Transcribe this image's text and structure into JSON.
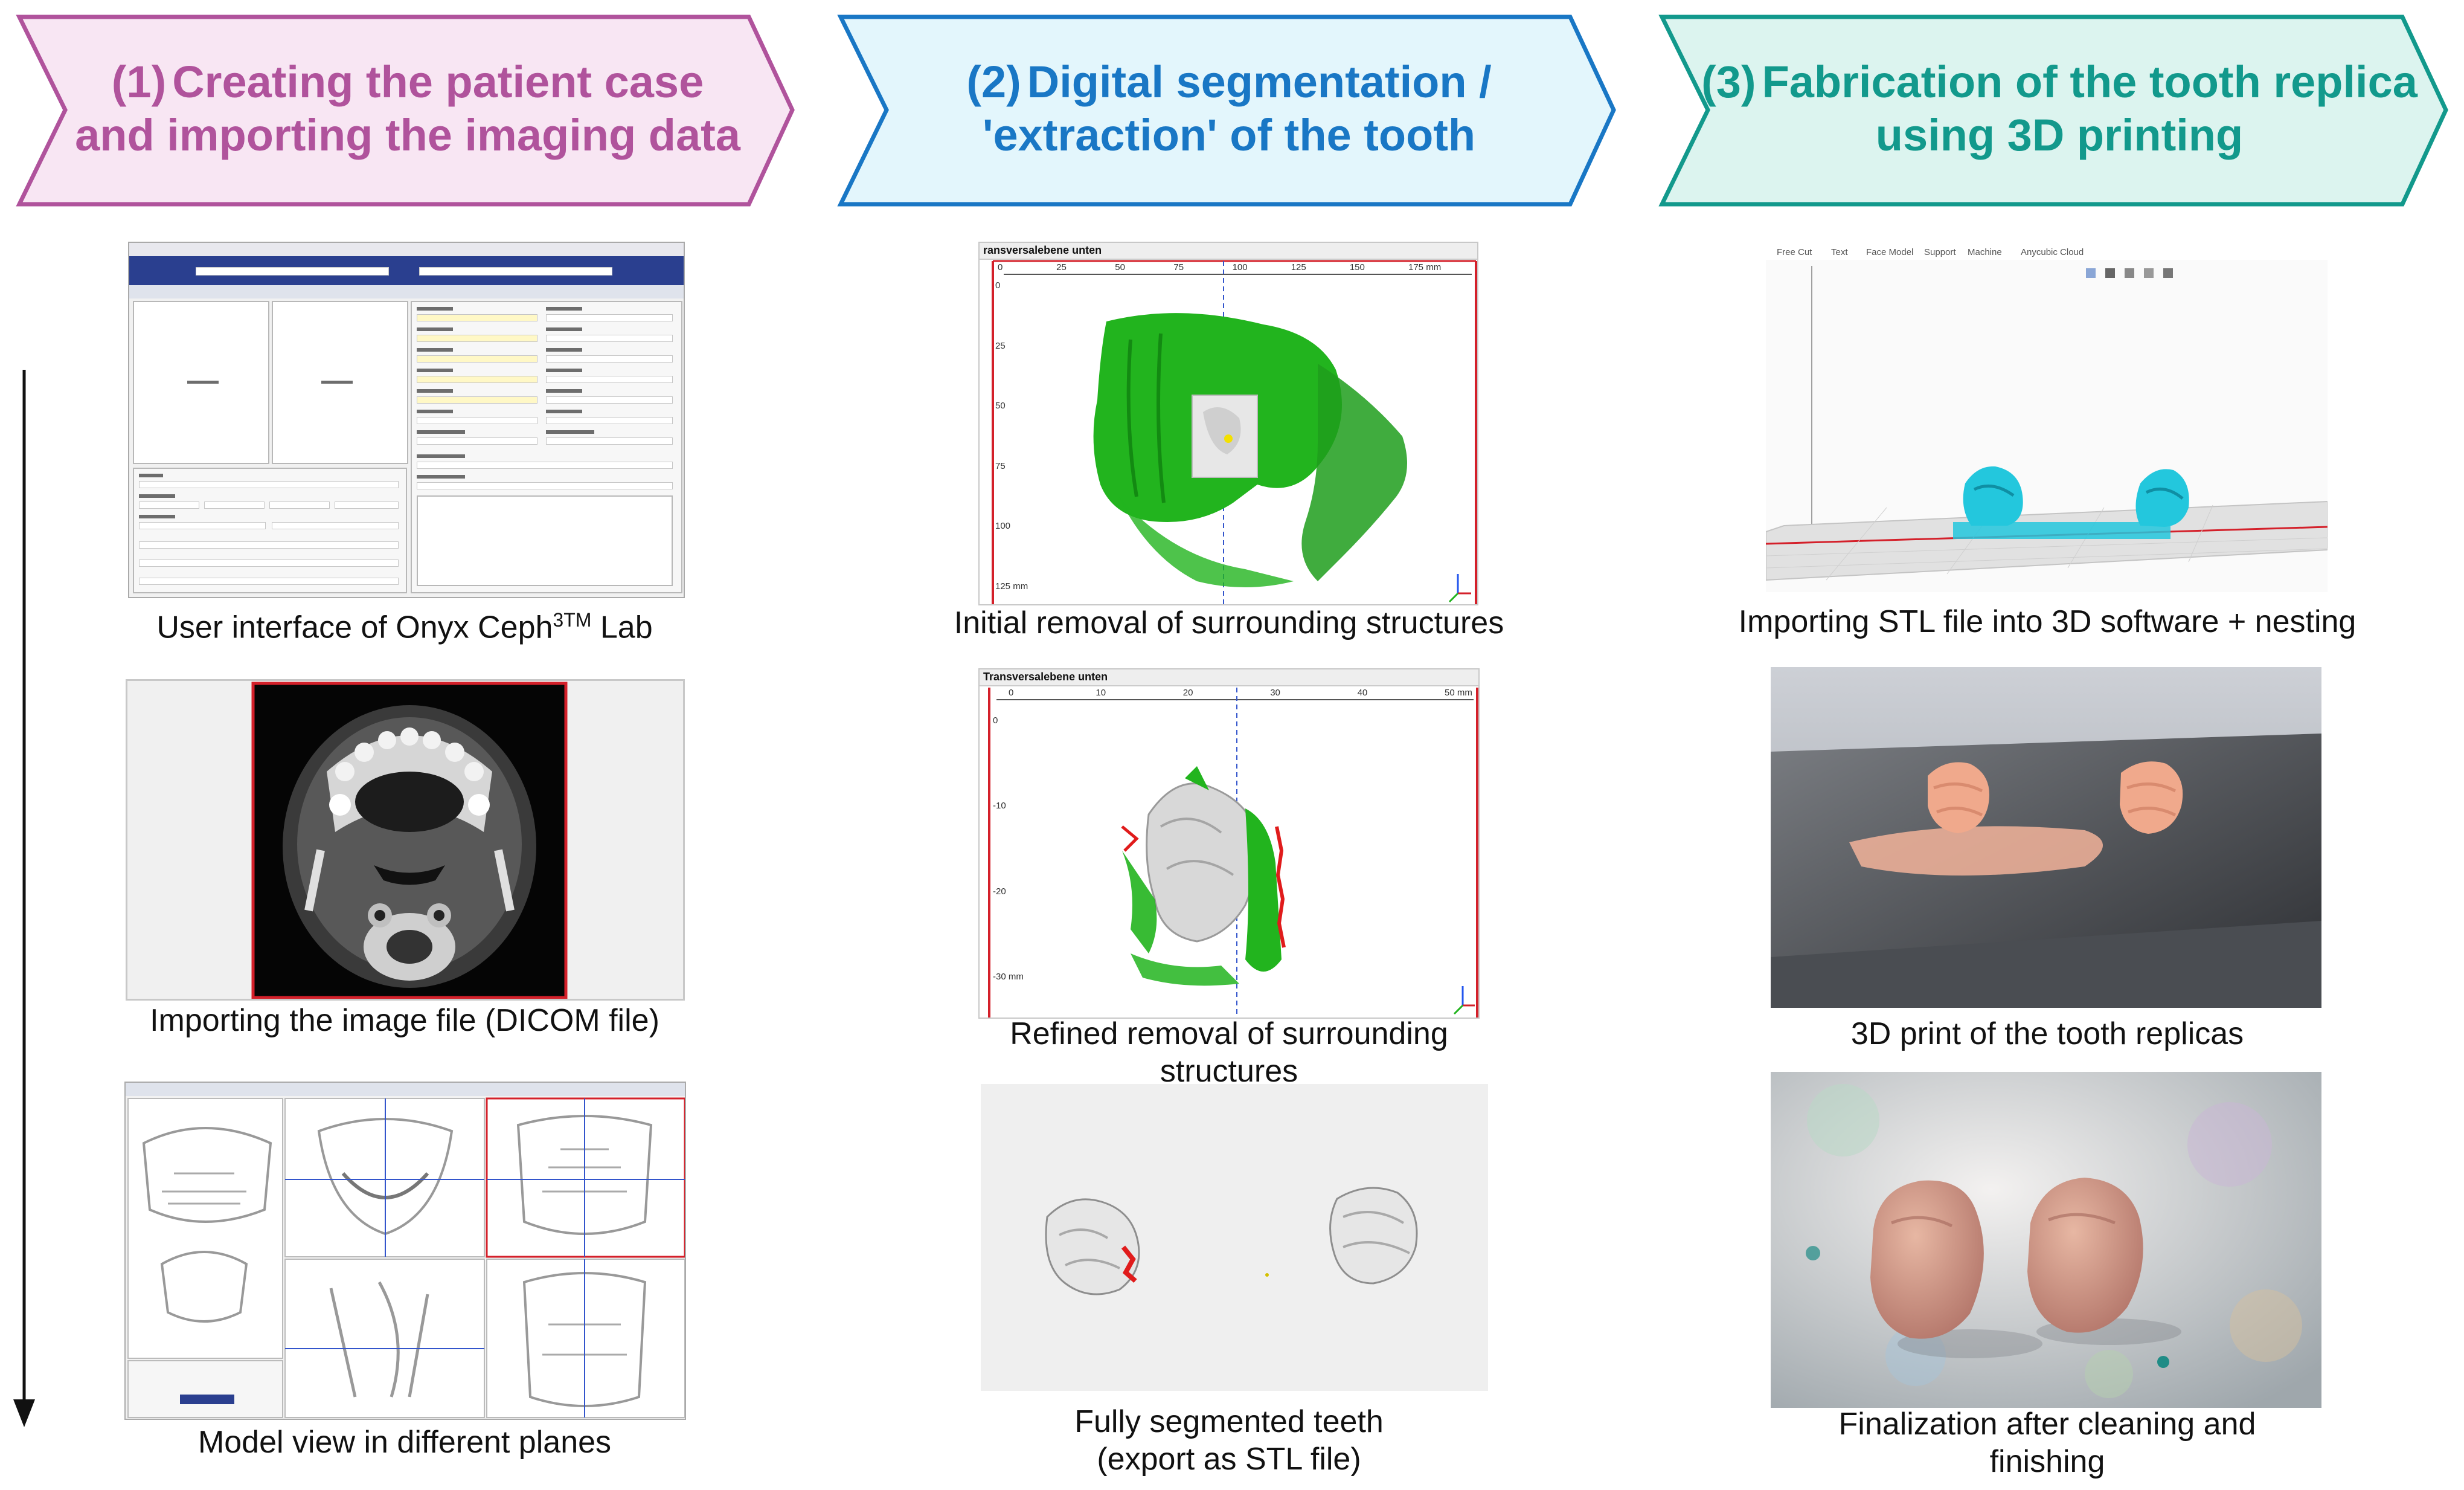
{
  "steps": [
    {
      "number": "(1)",
      "title_line1": "Creating the patient case",
      "title_line2": "and importing the imaging data",
      "color": "#b0539c",
      "fill": "#f8e6f3",
      "stroke": "#b0539c",
      "captions": [
        {
          "pre": "User interface of Onyx Ceph",
          "sup": "3TM",
          "post": " Lab"
        },
        {
          "text": "Importing the image file (DICOM file)"
        },
        {
          "text": "Model view in different planes"
        }
      ]
    },
    {
      "number": "(2)",
      "title_line1": "Digital segmentation /",
      "title_line2": "'extraction' of the tooth",
      "color": "#1977c5",
      "fill": "#e3f6fc",
      "stroke": "#1977c5",
      "captions": [
        {
          "text": "Initial removal of surrounding structures"
        },
        {
          "line1": "Refined removal of surrounding",
          "line2": "structures"
        },
        {
          "line1": "Fully segmented teeth",
          "line2": "(export as STL file)"
        }
      ]
    },
    {
      "number": "(3)",
      "title_line1": "Fabrication of the tooth replica",
      "title_line2": "using 3D printing",
      "color": "#12998c",
      "fill": "#dcf4ef",
      "stroke": "#12998c",
      "captions": [
        {
          "text": "Importing STL file into 3D software + nesting"
        },
        {
          "text": "3D print of the tooth replicas"
        },
        {
          "line1": "Finalization after cleaning and",
          "line2": "finishing"
        }
      ]
    }
  ],
  "views": {
    "view_a": {
      "title": "ransversalebene unten",
      "x_ticks": [
        "0",
        "25",
        "50",
        "75",
        "100",
        "125",
        "150",
        "175 mm"
      ],
      "y_ticks": [
        "0",
        "25",
        "50",
        "75",
        "100",
        "125 mm"
      ]
    },
    "view_b": {
      "title": "Transversalebene unten",
      "x_ticks": [
        "0",
        "10",
        "20",
        "30",
        "40",
        "50 mm"
      ],
      "y_ticks": [
        "0",
        "-10",
        "-20",
        "-30 mm"
      ]
    },
    "slicer_menu": [
      "Free Cut",
      "Text",
      "Face Model",
      "Support",
      "Machine",
      "Anycubic Cloud"
    ]
  },
  "colors": {
    "segment_green": "#22b41e",
    "segment_red": "#e01b1b",
    "print_cyan": "#23c7dd",
    "resin_peach": "#f2b39a",
    "ct_frame_red": "#d4202a"
  }
}
